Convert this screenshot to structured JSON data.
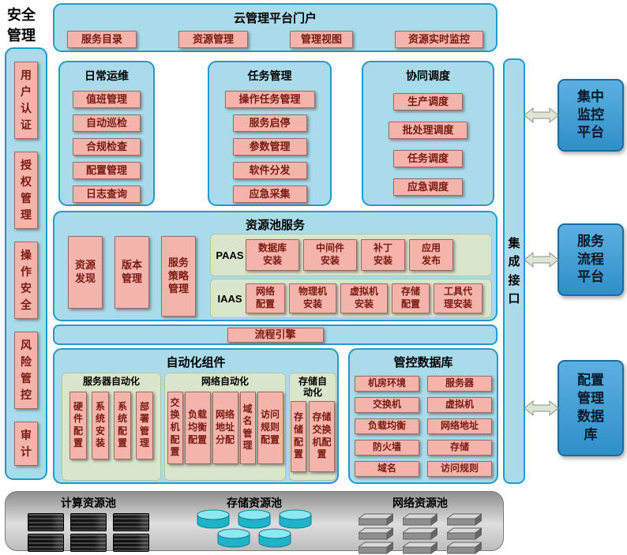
{
  "security": {
    "title": "安全管理",
    "items": [
      "用户认证",
      "授权管理",
      "操作安全",
      "风险管控",
      "审计"
    ]
  },
  "portal": {
    "title": "云管理平台门户",
    "items": [
      "服务目录",
      "资源管理",
      "管理视图",
      "资源实时监控"
    ]
  },
  "daily_ops": {
    "title": "日常运维",
    "items": [
      "值班管理",
      "自动巡检",
      "合规检查",
      "配置管理",
      "日志查询"
    ]
  },
  "task_mgmt": {
    "title": "任务管理",
    "items": [
      "操作任务管理",
      "服务启停",
      "参数管理",
      "软件分发",
      "应急采集"
    ]
  },
  "coordination": {
    "title": "协同调度",
    "items": [
      "生产调度",
      "批处理调度",
      "任务调度",
      "应急调度"
    ]
  },
  "resource_pool_services": {
    "title": "资源池服务",
    "side_items": [
      "资源发现",
      "版本管理",
      "服务策略管理"
    ],
    "paas_label": "PAAS",
    "paas_items": [
      "数据库安装",
      "中间件安装",
      "补丁安装",
      "应用发布"
    ],
    "iaas_label": "IAAS",
    "iaas_items": [
      "网络配置",
      "物理机安装",
      "虚拟机安装",
      "存储配置",
      "工具代理安装"
    ]
  },
  "process_engine": {
    "label": "流程引擎"
  },
  "automation": {
    "title": "自动化组件",
    "server_group": {
      "title": "服务器自动化",
      "items": [
        "硬件配置",
        "系统安装",
        "系统配置",
        "部署管理"
      ]
    },
    "network_group": {
      "title": "网络自动化",
      "items": [
        "交换机配置",
        "负载均衡配置",
        "网络地址分配",
        "域名管理",
        "访问规则配置"
      ]
    },
    "storage_group": {
      "title": "存储自动化",
      "items": [
        "存储配置",
        "存储交换机配置"
      ]
    }
  },
  "control_db": {
    "title": "管控数据库",
    "items": [
      "机房环境",
      "服务器",
      "交换机",
      "虚拟机",
      "负载均衡",
      "网络地址",
      "防火墙",
      "存储",
      "域名",
      "访问规则"
    ]
  },
  "integration_bar": {
    "label": "集成接口"
  },
  "external_systems": [
    "集中监控平台",
    "服务流程平台",
    "配置管理数据库"
  ],
  "resource_pools": [
    "计算资源池",
    "存储资源池",
    "网络资源池"
  ],
  "colors": {
    "container_fill": "#a9dbea",
    "container_border": "#1f9ccd",
    "box_fill": "#f5b4ab",
    "box_text": "#7a1a10",
    "green_fill": "#dae6cb",
    "external_fill": "#3f9fd8",
    "external_border": "#1a6ca3",
    "pool_bar_fill": "#bdbdbd",
    "cylinder_fill": "#1fb3c9"
  },
  "icons": {
    "double_arrow": "double-arrow-icon",
    "server_rack": "server-rack-icon",
    "storage_cylinder": "storage-cylinder-icon",
    "network_switch": "network-switch-icon"
  }
}
